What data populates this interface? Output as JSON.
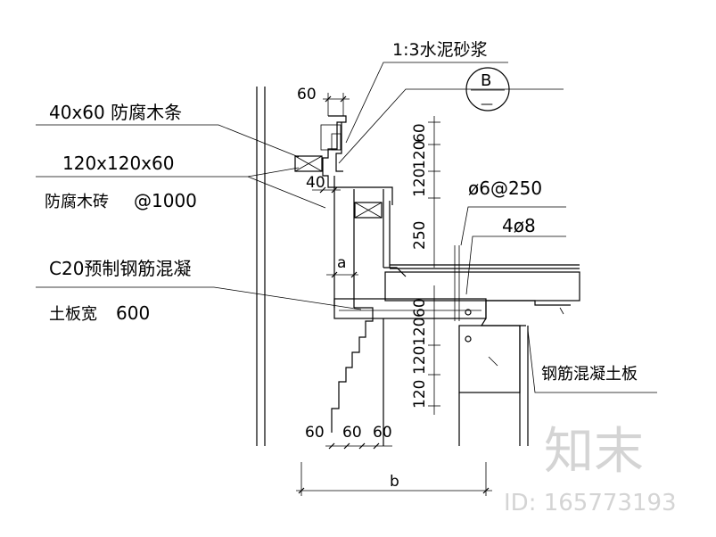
{
  "labels": {
    "mortar": "1:3水泥砂浆",
    "section_id": "B",
    "section_sub": "—",
    "wood_strip": "40x60 防腐木条",
    "wood_brick_size": "120x120x60",
    "wood_brick": "防腐木砖",
    "wood_brick_spacing": "@1000",
    "precast_1": "C20预制钢筋混凝",
    "precast_2": "土板宽",
    "precast_width": "600",
    "rebar_1": "ø6@250",
    "rebar_2": "4ø8",
    "rc_slab": "钢筋混凝土板"
  },
  "dimensions": {
    "top_width": "60",
    "gap": "40",
    "upper_stack": [
      "60",
      "120",
      "120"
    ],
    "height_250": "250",
    "a": "a",
    "lower_stack": [
      "60",
      "120",
      "120",
      "120"
    ],
    "bottom_widths": [
      "60",
      "60",
      "60"
    ],
    "b": "b"
  },
  "watermark": {
    "brand": "知末",
    "id": "ID: 165773193"
  }
}
